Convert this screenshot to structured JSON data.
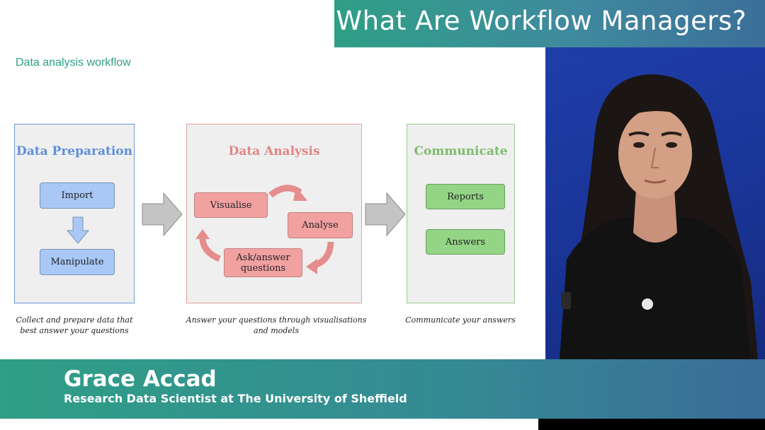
{
  "title": "What Are Workflow Managers?",
  "slide": {
    "heading": "Data analysis workflow",
    "preparation": {
      "title": "Data Preparation",
      "nodes": [
        "Import",
        "Manipulate"
      ],
      "caption_line1": "Collect and prepare data that",
      "caption_line2": "best answer your questions"
    },
    "analysis": {
      "title": "Data Analysis",
      "nodes": [
        "Visualise",
        "Analyse"
      ],
      "ask_line1": "Ask/answer",
      "ask_line2": "questions",
      "caption_line1": "Answer your questions through visualisations",
      "caption_line2": "and models"
    },
    "communicate": {
      "title": "Communicate",
      "nodes": [
        "Reports",
        "Answers"
      ],
      "caption": "Communicate your answers"
    }
  },
  "speaker": {
    "name": "Grace Accad",
    "role": "Research Data Scientist at The University of Sheffield"
  },
  "colors": {
    "teal_accent": "#2f9f86",
    "banner_blue": "#3c6f9a",
    "prep_blue": "#5f8fdc",
    "analysis_red": "#e08585",
    "communicate_green": "#7dbb6c"
  }
}
